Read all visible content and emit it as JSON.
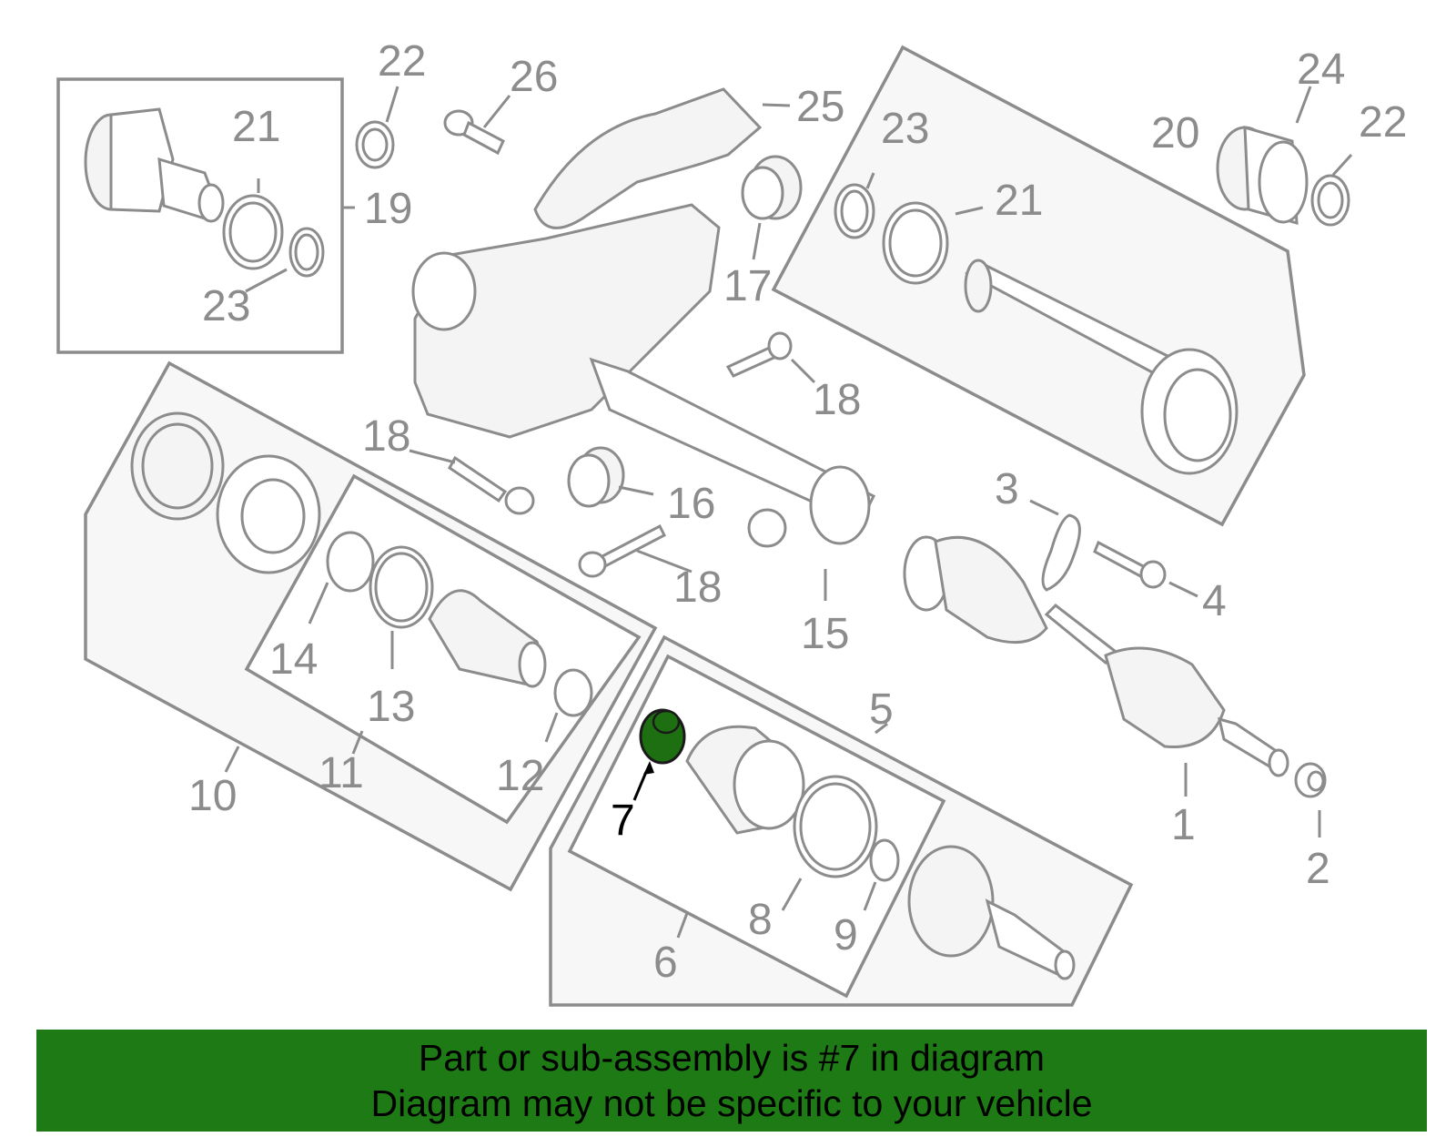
{
  "labels": {
    "l1": "1",
    "l2": "2",
    "l3": "3",
    "l4": "4",
    "l5": "5",
    "l6": "6",
    "l7": "7",
    "l8": "8",
    "l9": "9",
    "l10": "10",
    "l11": "11",
    "l12": "12",
    "l13": "13",
    "l14": "14",
    "l15": "15",
    "l16": "16",
    "l17": "17",
    "l18a": "18",
    "l18b": "18",
    "l18c": "18",
    "l19": "19",
    "l20": "20",
    "l21a": "21",
    "l21b": "21",
    "l22a": "22",
    "l22b": "22",
    "l23a": "23",
    "l23b": "23",
    "l24": "24",
    "l25": "25",
    "l26": "26"
  },
  "highlight": {
    "part_number": "7",
    "fill_color": "#1e6e12"
  },
  "banner": {
    "line1": "Part or sub-assembly is #7 in diagram",
    "line2": "Diagram may not be specific to your vehicle",
    "background": "#1e7a14"
  }
}
